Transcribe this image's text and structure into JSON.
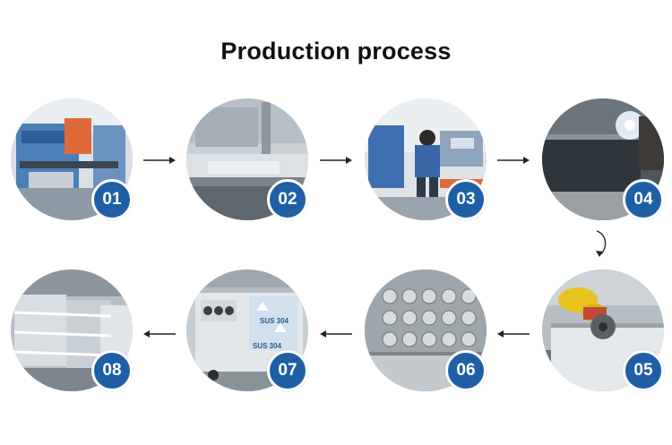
{
  "title": "Production process",
  "steps": [
    {
      "number": "01",
      "scene": "press-brake-machine"
    },
    {
      "number": "02",
      "scene": "bending-workshop"
    },
    {
      "number": "03",
      "scene": "worker-at-machine"
    },
    {
      "number": "04",
      "scene": "welding"
    },
    {
      "number": "05",
      "scene": "grinding"
    },
    {
      "number": "06",
      "scene": "transducer-assembly"
    },
    {
      "number": "07",
      "scene": "finished-tank"
    },
    {
      "number": "08",
      "scene": "packaged-units"
    }
  ],
  "tank_label": "SUS 304",
  "colors": {
    "badge": "#1f5fa6",
    "arrow": "#222222",
    "title": "#111111"
  }
}
